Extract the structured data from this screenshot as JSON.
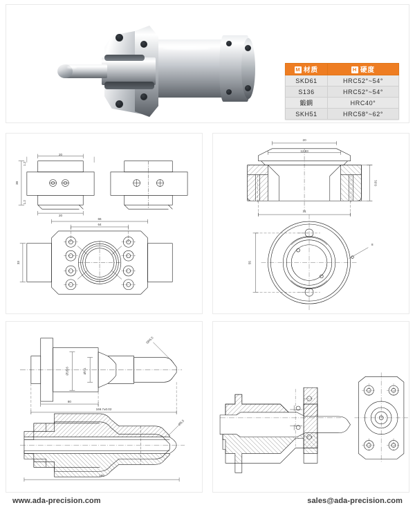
{
  "product_photo": {
    "alt": "precision machined core pin assembly with square and round flanges"
  },
  "spec_table": {
    "headers": [
      {
        "badge": "M",
        "label": "材质"
      },
      {
        "badge": "H",
        "label": "硬度"
      }
    ],
    "rows": [
      {
        "material": "SKD61",
        "hardness": "HRC52°~54°"
      },
      {
        "material": "S136",
        "hardness": "HRC52°~54°"
      },
      {
        "material": "鍛鋼",
        "hardness": "HRC40°"
      },
      {
        "material": "SKH51",
        "hardness": "HRC58°~62°"
      }
    ]
  },
  "panels": {
    "p1": {
      "name": "top-and-side-views",
      "dims": [
        "20",
        "20",
        "38",
        "1.2",
        "1.2",
        "66",
        "64",
        "33"
      ]
    },
    "p2": {
      "name": "section-and-front-views",
      "dims": [
        "20",
        "12.83",
        "31",
        "0.01",
        "55",
        "8"
      ]
    },
    "p3": {
      "name": "shaft-profile-and-section",
      "dims": [
        "80",
        "166.7±0.02",
        "Ø18.6",
        "Ø7.1",
        "SR6.5",
        "185",
        "Ø6.5"
      ]
    },
    "p4": {
      "name": "assembly-section-and-end-view",
      "dims": []
    }
  },
  "footer": {
    "website": "www.ada-precision.com",
    "email": "sales@ada-precision.com"
  },
  "colors": {
    "accent": "#ee7d22",
    "table_cell": "#e3e3e3",
    "panel_border": "#eaeaea",
    "line": "#1a1a1a"
  }
}
